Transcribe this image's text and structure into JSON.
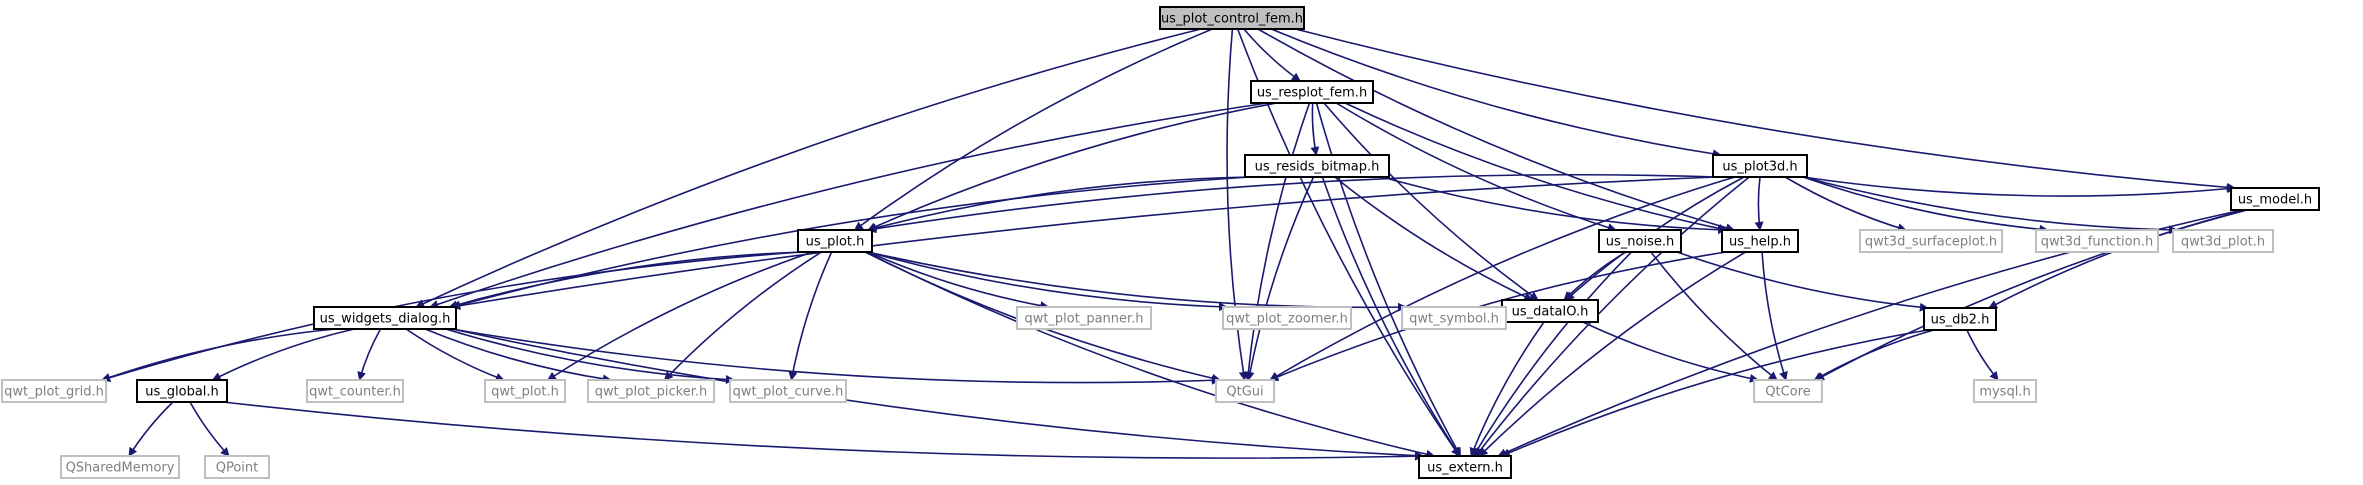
{
  "colors": {
    "background": "#ffffff",
    "edge_include": "#191970",
    "edge_external": "#a9a9a9",
    "node_root_fill": "#bfbfbf",
    "node_border": "#000000",
    "node_external_border": "#bfbfbf",
    "node_external_text": "#7f7f7f"
  },
  "nodes": [
    {
      "id": "us_plot_control_fem",
      "label": "us_plot_control_fem.h",
      "kind": "root"
    },
    {
      "id": "us_resplot_fem",
      "label": "us_resplot_fem.h",
      "kind": "local"
    },
    {
      "id": "us_plot3d",
      "label": "us_plot3d.h",
      "kind": "local"
    },
    {
      "id": "us_resids_bitmap",
      "label": "us_resids_bitmap.h",
      "kind": "local"
    },
    {
      "id": "us_plot",
      "label": "us_plot.h",
      "kind": "local"
    },
    {
      "id": "us_noise",
      "label": "us_noise.h",
      "kind": "local"
    },
    {
      "id": "us_help",
      "label": "us_help.h",
      "kind": "local"
    },
    {
      "id": "us_model",
      "label": "us_model.h",
      "kind": "local"
    },
    {
      "id": "us_widgets_dialog",
      "label": "us_widgets_dialog.h",
      "kind": "local"
    },
    {
      "id": "us_dataIO",
      "label": "us_dataIO.h",
      "kind": "local"
    },
    {
      "id": "us_db2",
      "label": "us_db2.h",
      "kind": "local"
    },
    {
      "id": "us_global",
      "label": "us_global.h",
      "kind": "local"
    },
    {
      "id": "us_extern",
      "label": "us_extern.h",
      "kind": "local"
    },
    {
      "id": "qwt_plot_panner",
      "label": "qwt_plot_panner.h",
      "kind": "external"
    },
    {
      "id": "qwt_plot_zoomer",
      "label": "qwt_plot_zoomer.h",
      "kind": "external"
    },
    {
      "id": "qwt_symbol",
      "label": "qwt_symbol.h",
      "kind": "external"
    },
    {
      "id": "qwt3d_surfaceplot",
      "label": "qwt3d_surfaceplot.h",
      "kind": "external"
    },
    {
      "id": "qwt3d_function",
      "label": "qwt3d_function.h",
      "kind": "external"
    },
    {
      "id": "qwt3d_plot",
      "label": "qwt3d_plot.h",
      "kind": "external"
    },
    {
      "id": "qwt_plot_grid",
      "label": "qwt_plot_grid.h",
      "kind": "external"
    },
    {
      "id": "qwt_counter",
      "label": "qwt_counter.h",
      "kind": "external"
    },
    {
      "id": "qwt_plot",
      "label": "qwt_plot.h",
      "kind": "external"
    },
    {
      "id": "qwt_plot_picker",
      "label": "qwt_plot_picker.h",
      "kind": "external"
    },
    {
      "id": "qwt_plot_curve",
      "label": "qwt_plot_curve.h",
      "kind": "external"
    },
    {
      "id": "QtGui",
      "label": "QtGui",
      "kind": "external"
    },
    {
      "id": "QtCore",
      "label": "QtCore",
      "kind": "external"
    },
    {
      "id": "mysql",
      "label": "mysql.h",
      "kind": "external"
    },
    {
      "id": "QSharedMemory",
      "label": "QSharedMemory",
      "kind": "external"
    },
    {
      "id": "QPoint",
      "label": "QPoint",
      "kind": "external"
    }
  ],
  "edges": [
    [
      "us_plot_control_fem",
      "us_resplot_fem"
    ],
    [
      "us_plot_control_fem",
      "us_plot3d"
    ],
    [
      "us_plot_control_fem",
      "us_model"
    ],
    [
      "us_plot_control_fem",
      "us_help"
    ],
    [
      "us_plot_control_fem",
      "us_plot"
    ],
    [
      "us_plot_control_fem",
      "us_widgets_dialog"
    ],
    [
      "us_plot_control_fem",
      "QtGui"
    ],
    [
      "us_plot_control_fem",
      "us_extern"
    ],
    [
      "us_resplot_fem",
      "us_resids_bitmap"
    ],
    [
      "us_resplot_fem",
      "us_plot"
    ],
    [
      "us_resplot_fem",
      "us_widgets_dialog"
    ],
    [
      "us_resplot_fem",
      "QtGui"
    ],
    [
      "us_resplot_fem",
      "us_noise"
    ],
    [
      "us_resplot_fem",
      "us_help"
    ],
    [
      "us_resplot_fem",
      "us_dataIO"
    ],
    [
      "us_resplot_fem",
      "us_extern"
    ],
    [
      "us_resids_bitmap",
      "us_plot"
    ],
    [
      "us_resids_bitmap",
      "us_widgets_dialog"
    ],
    [
      "us_resids_bitmap",
      "us_help"
    ],
    [
      "us_resids_bitmap",
      "us_dataIO"
    ],
    [
      "us_resids_bitmap",
      "QtGui"
    ],
    [
      "us_resids_bitmap",
      "us_extern"
    ],
    [
      "us_plot3d",
      "us_help"
    ],
    [
      "us_plot3d",
      "us_plot"
    ],
    [
      "us_plot3d",
      "us_widgets_dialog"
    ],
    [
      "us_plot3d",
      "us_dataIO"
    ],
    [
      "us_plot3d",
      "QtGui"
    ],
    [
      "us_plot3d",
      "qwt3d_surfaceplot"
    ],
    [
      "us_plot3d",
      "qwt3d_function"
    ],
    [
      "us_plot3d",
      "qwt3d_plot"
    ],
    [
      "us_plot3d",
      "us_model"
    ],
    [
      "us_plot3d",
      "us_extern"
    ],
    [
      "us_plot",
      "us_widgets_dialog"
    ],
    [
      "us_plot",
      "qwt_plot_panner"
    ],
    [
      "us_plot",
      "qwt_plot_zoomer"
    ],
    [
      "us_plot",
      "qwt_symbol"
    ],
    [
      "us_plot",
      "qwt_plot_grid"
    ],
    [
      "us_plot",
      "qwt_plot"
    ],
    [
      "us_plot",
      "qwt_plot_picker"
    ],
    [
      "us_plot",
      "qwt_plot_curve"
    ],
    [
      "us_plot",
      "QtGui"
    ],
    [
      "us_plot",
      "us_extern"
    ],
    [
      "us_noise",
      "us_dataIO"
    ],
    [
      "us_noise",
      "us_db2"
    ],
    [
      "us_noise",
      "QtCore"
    ],
    [
      "us_noise",
      "us_extern"
    ],
    [
      "us_help",
      "QtGui"
    ],
    [
      "us_help",
      "QtCore"
    ],
    [
      "us_help",
      "us_extern"
    ],
    [
      "us_model",
      "us_db2"
    ],
    [
      "us_model",
      "QtCore"
    ],
    [
      "us_model",
      "us_extern"
    ],
    [
      "us_widgets_dialog",
      "us_global"
    ],
    [
      "us_widgets_dialog",
      "qwt_plot_grid"
    ],
    [
      "us_widgets_dialog",
      "qwt_counter"
    ],
    [
      "us_widgets_dialog",
      "qwt_plot"
    ],
    [
      "us_widgets_dialog",
      "qwt_plot_picker"
    ],
    [
      "us_widgets_dialog",
      "qwt_plot_curve"
    ],
    [
      "us_widgets_dialog",
      "QtGui"
    ],
    [
      "us_widgets_dialog",
      "us_extern"
    ],
    [
      "us_dataIO",
      "QtCore"
    ],
    [
      "us_dataIO",
      "us_extern"
    ],
    [
      "us_db2",
      "QtCore"
    ],
    [
      "us_db2",
      "mysql"
    ],
    [
      "us_db2",
      "us_extern"
    ],
    [
      "us_global",
      "QSharedMemory"
    ],
    [
      "us_global",
      "QPoint"
    ],
    [
      "us_global",
      "us_extern"
    ]
  ]
}
